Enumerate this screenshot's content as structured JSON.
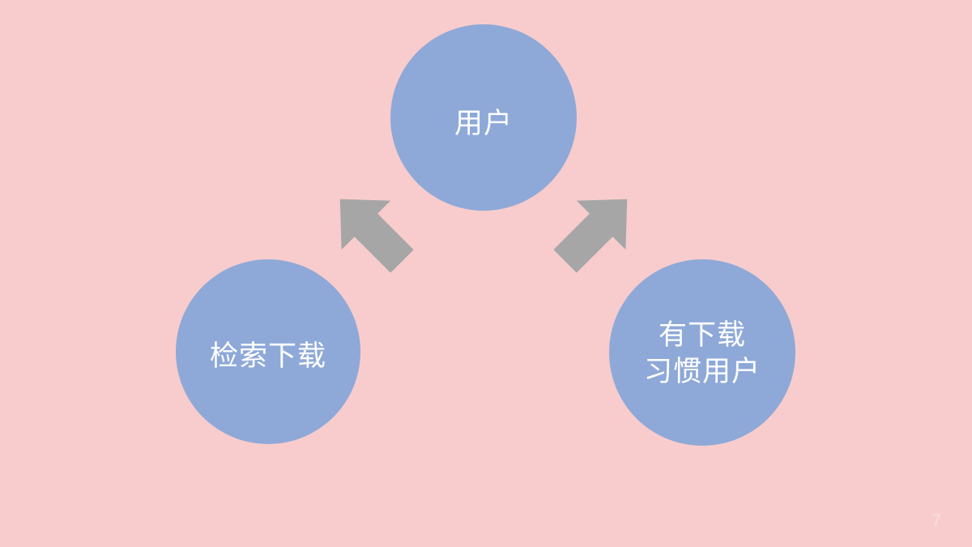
{
  "slide": {
    "background_color": "#f8cccc",
    "page_number": "7"
  },
  "palette": {
    "node_fill": "#8ea9d8",
    "node_text": "#ffffff",
    "arrow_fill": "#a6a6a6",
    "background": "#f8cccc",
    "page_number_color": "#f6e0dd"
  },
  "diagram": {
    "type": "flow",
    "nodes": [
      {
        "id": "user",
        "label": "用户",
        "shape": "circle",
        "position": "top-center"
      },
      {
        "id": "search-download",
        "label": "检索下载",
        "shape": "circle",
        "position": "bottom-left"
      },
      {
        "id": "habit-user",
        "label": "有下载\n习惯用户",
        "shape": "circle",
        "position": "bottom-right"
      }
    ],
    "connectors": [
      {
        "id": "user-to-search-download",
        "icon": "block-arrow-down-left-icon",
        "direction": "down-left",
        "from": "user",
        "to": "search-download"
      },
      {
        "id": "user-to-habit-user",
        "icon": "block-arrow-down-right-icon",
        "direction": "down-right",
        "from": "user",
        "to": "habit-user"
      }
    ]
  }
}
